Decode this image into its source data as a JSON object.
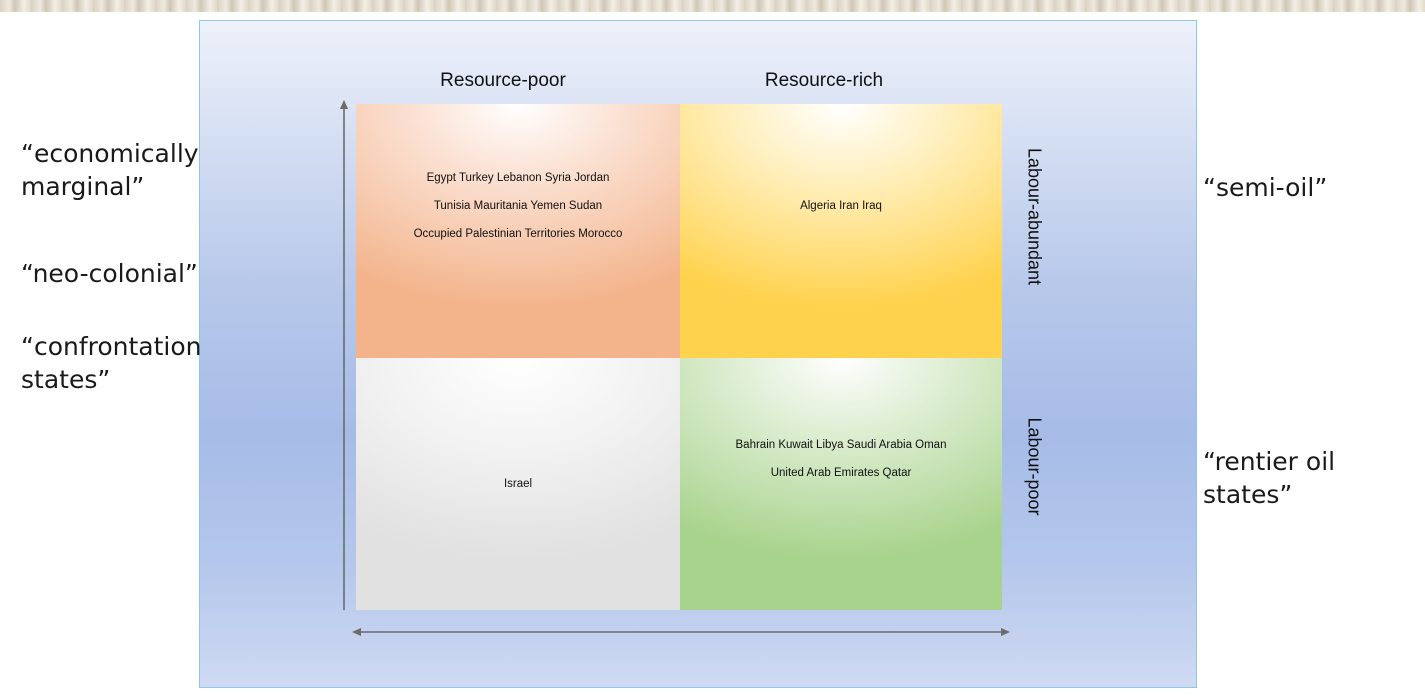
{
  "columns": {
    "left": "Resource-poor",
    "right": "Resource-rich"
  },
  "rows": {
    "top": "Labour-abundant",
    "bottom": "Labour-poor"
  },
  "quadrants": {
    "resource_poor_labour_abundant": {
      "lines": [
        "Egypt   Turkey  Lebanon   Syria   Jordan",
        "Tunisia   Mauritania   Yemen   Sudan",
        "Occupied Palestinian Territories  Morocco"
      ]
    },
    "resource_rich_labour_abundant": {
      "lines": [
        "Algeria   Iran   Iraq"
      ]
    },
    "resource_poor_labour_poor": {
      "lines": [
        "Israel"
      ]
    },
    "resource_rich_labour_poor": {
      "lines": [
        "Bahrain   Kuwait   Libya   Saudi Arabia   Oman",
        "United Arab Emirates   Qatar"
      ]
    }
  },
  "left_labels": {
    "economically_marginal": [
      "“economically",
      "marginal”"
    ],
    "neo_colonial": [
      "“neo-colonial”"
    ],
    "confrontation_states": [
      "“confrontation",
      "states”"
    ]
  },
  "right_labels": {
    "semi_oil": [
      "“semi-oil”"
    ],
    "rentier_oil_states": [
      "“rentier oil",
      "states”"
    ]
  },
  "colors": {
    "panel_border": "#8fc8e4",
    "axis": "#6b6b6b",
    "orange_quadrant": "#f3b48c",
    "yellow_quadrant": "#ffd24e",
    "grey_quadrant": "#e1e1e1",
    "green_quadrant": "#a8d38c"
  }
}
